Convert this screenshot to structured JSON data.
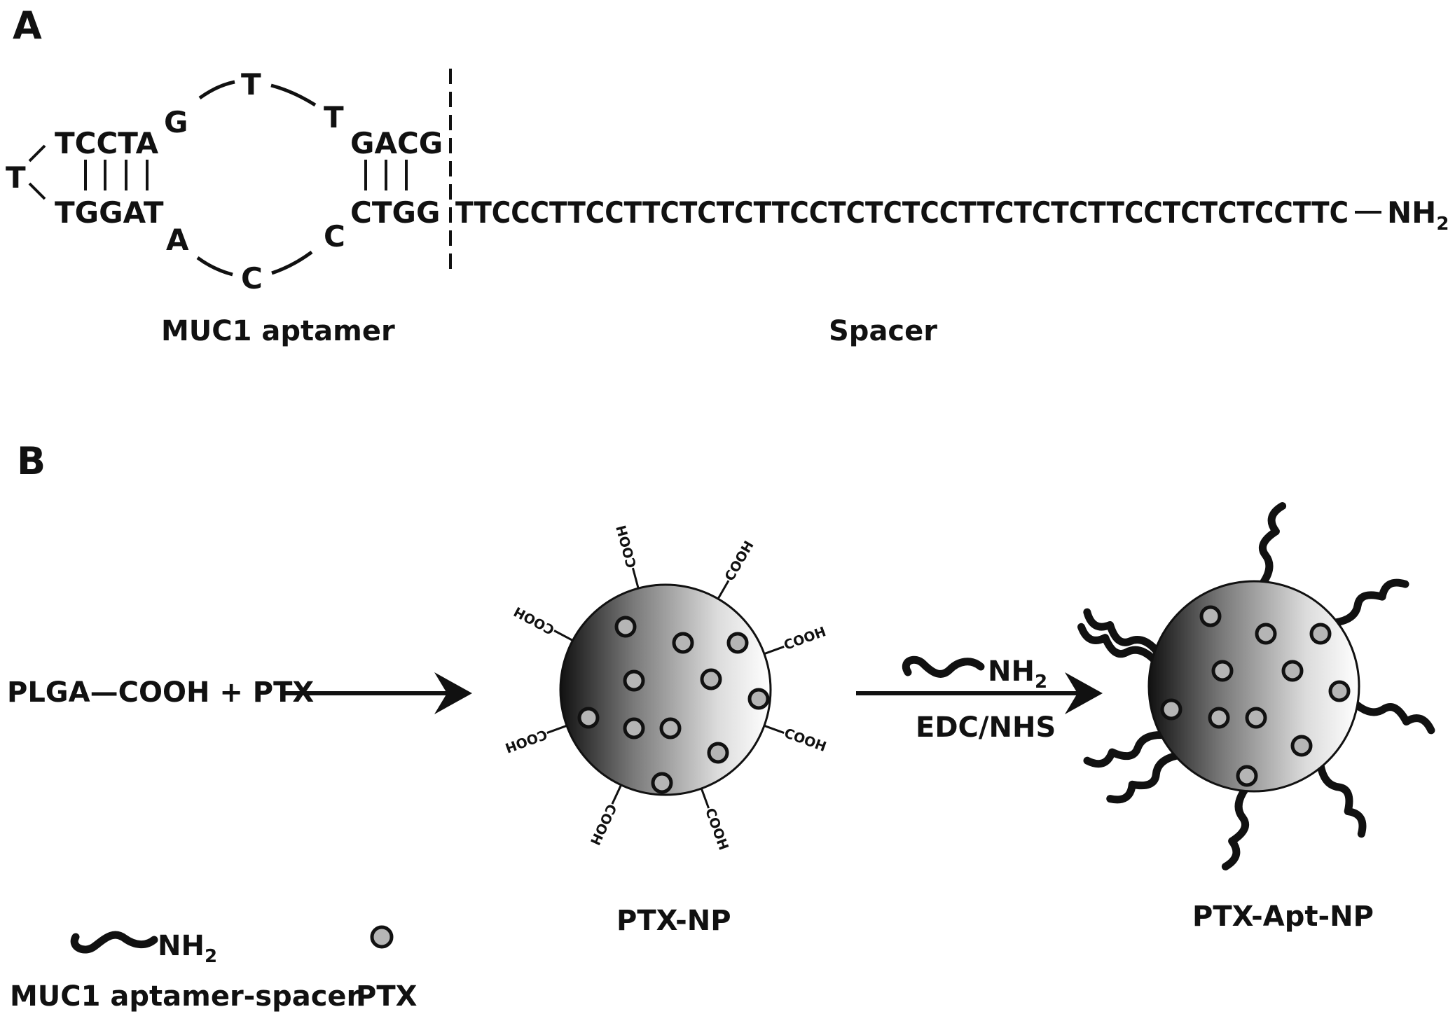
{
  "panels": {
    "a": "A",
    "b": "B"
  },
  "panel_a": {
    "loop_top": "T",
    "loop_g": "G",
    "loop_t_right": "T",
    "loop_a": "A",
    "loop_c_bottom": "C",
    "loop_c_right": "C",
    "stem_left_top": "TCCTA",
    "stem_left_bottom": "TGGAT",
    "stem_right_top": "GACG",
    "stem_right_bottom": "CTGG",
    "hairpin_t": "T",
    "spacer_seq": "TTCCCTTCCTTCTCTCTTCCTCTCTCCTTCTCTCTTCCTCTCTCCTTC",
    "amine_dash": "—",
    "amine": "NH",
    "amine_subscript": "2",
    "aptamer_label": "MUC1 aptamer",
    "spacer_label": "Spacer"
  },
  "panel_b": {
    "reactants": "PLGA—COOH  +  PTX",
    "cooh": "COOH",
    "reagent_top_amine": "NH",
    "reagent_top_subscript": "2",
    "reagent": "EDC/NHS",
    "np_label": "PTX-NP",
    "apt_np_label": "PTX-Apt-NP"
  },
  "legend": {
    "aptamer_amine": "NH",
    "aptamer_subscript": "2",
    "aptamer_label": "MUC1 aptamer-spacer",
    "ptx_label": "PTX"
  },
  "colors": {
    "sphere_dark": "#111111",
    "sphere_light": "#ffffff",
    "ptx_fill": "#b5b5b5",
    "ink": "#111111"
  }
}
